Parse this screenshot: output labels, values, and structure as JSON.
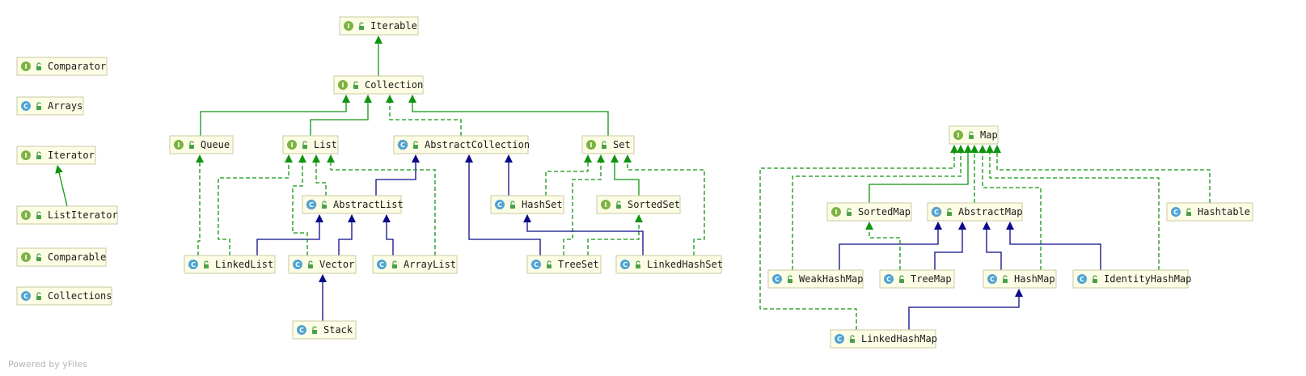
{
  "diagram": {
    "nodes": [
      {
        "id": "Iterable",
        "label": "Iterable",
        "kind": "interface"
      },
      {
        "id": "Collection",
        "label": "Collection",
        "kind": "interface"
      },
      {
        "id": "Queue",
        "label": "Queue",
        "kind": "interface"
      },
      {
        "id": "List",
        "label": "List",
        "kind": "interface"
      },
      {
        "id": "AbstractCollection",
        "label": "AbstractCollection",
        "kind": "abstract"
      },
      {
        "id": "Set",
        "label": "Set",
        "kind": "interface"
      },
      {
        "id": "AbstractList",
        "label": "AbstractList",
        "kind": "abstract"
      },
      {
        "id": "HashSet",
        "label": "HashSet",
        "kind": "class"
      },
      {
        "id": "SortedSet",
        "label": "SortedSet",
        "kind": "interface"
      },
      {
        "id": "LinkedList",
        "label": "LinkedList",
        "kind": "class"
      },
      {
        "id": "Vector",
        "label": "Vector",
        "kind": "class"
      },
      {
        "id": "ArrayList",
        "label": "ArrayList",
        "kind": "class"
      },
      {
        "id": "TreeSet",
        "label": "TreeSet",
        "kind": "class"
      },
      {
        "id": "LinkedHashSet",
        "label": "LinkedHashSet",
        "kind": "class"
      },
      {
        "id": "Stack",
        "label": "Stack",
        "kind": "class"
      },
      {
        "id": "Comparator",
        "label": "Comparator",
        "kind": "interface"
      },
      {
        "id": "Arrays",
        "label": "Arrays",
        "kind": "class"
      },
      {
        "id": "Iterator",
        "label": "Iterator",
        "kind": "interface"
      },
      {
        "id": "ListIterator",
        "label": "ListIterator",
        "kind": "interface"
      },
      {
        "id": "Comparable",
        "label": "Comparable",
        "kind": "interface"
      },
      {
        "id": "Collections",
        "label": "Collections",
        "kind": "class"
      },
      {
        "id": "Map",
        "label": "Map",
        "kind": "interface"
      },
      {
        "id": "SortedMap",
        "label": "SortedMap",
        "kind": "interface"
      },
      {
        "id": "AbstractMap",
        "label": "AbstractMap",
        "kind": "abstract"
      },
      {
        "id": "Hashtable",
        "label": "Hashtable",
        "kind": "class"
      },
      {
        "id": "WeakHashMap",
        "label": "WeakHashMap",
        "kind": "class"
      },
      {
        "id": "TreeMap",
        "label": "TreeMap",
        "kind": "class"
      },
      {
        "id": "HashMap",
        "label": "HashMap",
        "kind": "class"
      },
      {
        "id": "IdentityHashMap",
        "label": "IdentityHashMap",
        "kind": "class"
      },
      {
        "id": "LinkedHashMap",
        "label": "LinkedHashMap",
        "kind": "class"
      }
    ],
    "edges": [
      {
        "from": "Collection",
        "to": "Iterable",
        "kind": "extends-interface"
      },
      {
        "from": "Queue",
        "to": "Collection",
        "kind": "extends-interface"
      },
      {
        "from": "List",
        "to": "Collection",
        "kind": "extends-interface"
      },
      {
        "from": "AbstractCollection",
        "to": "Collection",
        "kind": "implements"
      },
      {
        "from": "Set",
        "to": "Collection",
        "kind": "extends-interface"
      },
      {
        "from": "AbstractList",
        "to": "AbstractCollection",
        "kind": "extends"
      },
      {
        "from": "AbstractList",
        "to": "List",
        "kind": "implements"
      },
      {
        "from": "LinkedList",
        "to": "Queue",
        "kind": "implements"
      },
      {
        "from": "LinkedList",
        "to": "List",
        "kind": "implements"
      },
      {
        "from": "LinkedList",
        "to": "AbstractList",
        "kind": "extends"
      },
      {
        "from": "Vector",
        "to": "List",
        "kind": "implements"
      },
      {
        "from": "Vector",
        "to": "AbstractList",
        "kind": "extends"
      },
      {
        "from": "ArrayList",
        "to": "AbstractList",
        "kind": "extends"
      },
      {
        "from": "ArrayList",
        "to": "List",
        "kind": "implements"
      },
      {
        "from": "Stack",
        "to": "Vector",
        "kind": "extends"
      },
      {
        "from": "HashSet",
        "to": "AbstractCollection",
        "kind": "extends"
      },
      {
        "from": "HashSet",
        "to": "Set",
        "kind": "implements"
      },
      {
        "from": "SortedSet",
        "to": "Set",
        "kind": "extends-interface"
      },
      {
        "from": "TreeSet",
        "to": "AbstractCollection",
        "kind": "extends"
      },
      {
        "from": "TreeSet",
        "to": "Set",
        "kind": "implements"
      },
      {
        "from": "TreeSet",
        "to": "SortedSet",
        "kind": "implements"
      },
      {
        "from": "LinkedHashSet",
        "to": "HashSet",
        "kind": "extends"
      },
      {
        "from": "LinkedHashSet",
        "to": "Set",
        "kind": "implements"
      },
      {
        "from": "ListIterator",
        "to": "Iterator",
        "kind": "extends-interface"
      },
      {
        "from": "SortedMap",
        "to": "Map",
        "kind": "extends-interface"
      },
      {
        "from": "AbstractMap",
        "to": "Map",
        "kind": "implements"
      },
      {
        "from": "Hashtable",
        "to": "Map",
        "kind": "implements"
      },
      {
        "from": "WeakHashMap",
        "to": "AbstractMap",
        "kind": "extends"
      },
      {
        "from": "WeakHashMap",
        "to": "Map",
        "kind": "implements"
      },
      {
        "from": "TreeMap",
        "to": "AbstractMap",
        "kind": "extends"
      },
      {
        "from": "TreeMap",
        "to": "SortedMap",
        "kind": "implements"
      },
      {
        "from": "HashMap",
        "to": "AbstractMap",
        "kind": "extends"
      },
      {
        "from": "HashMap",
        "to": "Map",
        "kind": "implements"
      },
      {
        "from": "IdentityHashMap",
        "to": "AbstractMap",
        "kind": "extends"
      },
      {
        "from": "IdentityHashMap",
        "to": "Map",
        "kind": "implements"
      },
      {
        "from": "LinkedHashMap",
        "to": "HashMap",
        "kind": "extends"
      },
      {
        "from": "LinkedHashMap",
        "to": "Map",
        "kind": "implements"
      }
    ],
    "badges": {
      "interface": "I",
      "class": "C",
      "abstract": "C"
    },
    "colors": {
      "interface_badge": "#7cb342",
      "class_badge": "#4fa3d6",
      "extends_edge": "#0a0a8a",
      "implements_edge": "#109410",
      "node_fill": "#fdfde6",
      "node_border": "#c9c9a3"
    },
    "icons": {
      "visibility": "public-lock-icon"
    }
  },
  "footer": {
    "watermark": "Powered by yFiles"
  }
}
